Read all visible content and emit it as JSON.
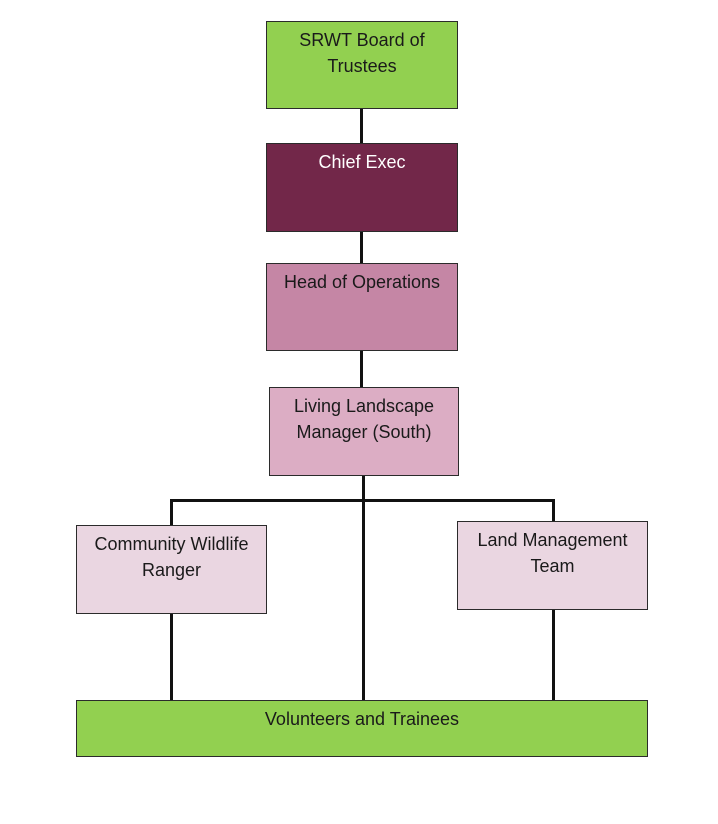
{
  "chart": {
    "nodes": {
      "board": {
        "line1": "SRWT Board of",
        "line2": "Trustees",
        "color": "#92d050"
      },
      "chief": {
        "line1": "Chief Exec",
        "color": "#722749"
      },
      "head": {
        "line1": "Head of Operations",
        "color": "#c586a5"
      },
      "living": {
        "line1": "Living Landscape",
        "line2": "Manager (South)",
        "color": "#dcadc4"
      },
      "ranger": {
        "line1": "Community Wildlife",
        "line2": "Ranger",
        "color": "#ead6e1"
      },
      "land": {
        "line1": "Land Management",
        "line2": "Team",
        "color": "#ead6e1"
      },
      "vol": {
        "line1": "Volunteers and Trainees",
        "color": "#92d050"
      }
    }
  }
}
